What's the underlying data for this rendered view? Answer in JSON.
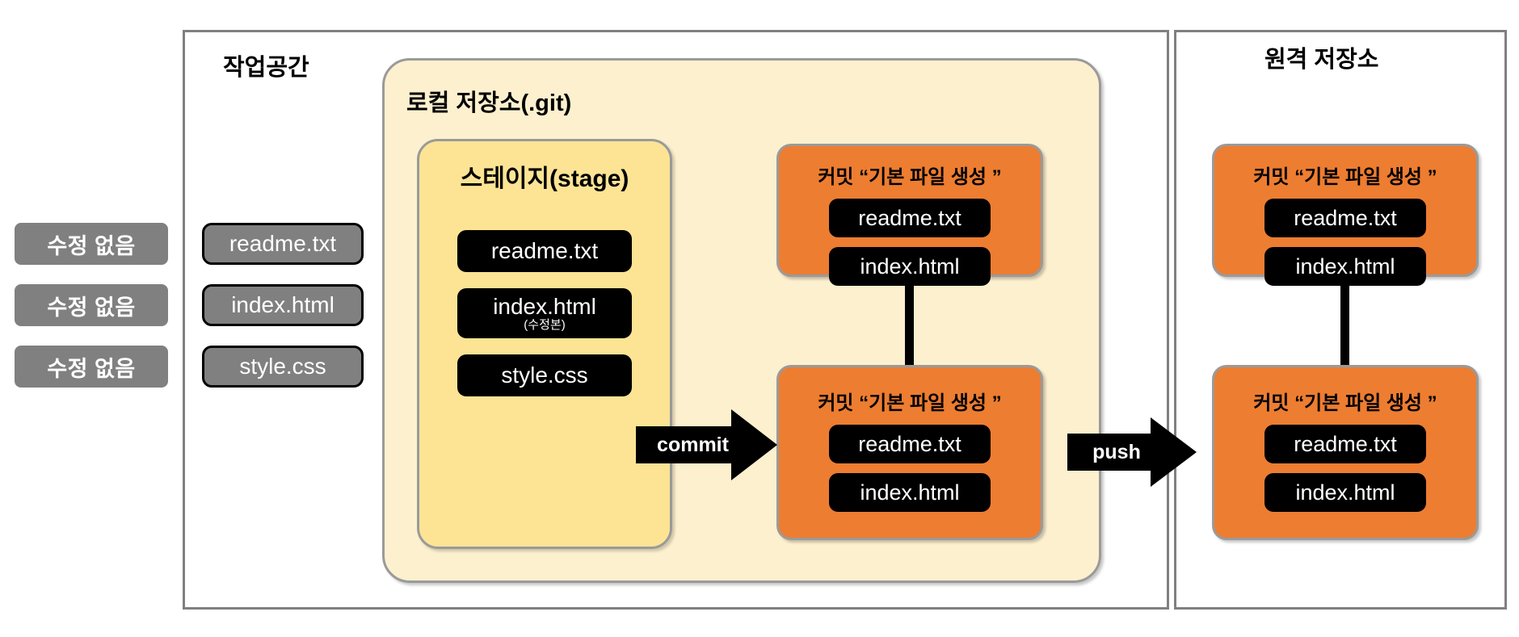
{
  "status_labels": [
    {
      "text": "수정 없음"
    },
    {
      "text": "수정 없음"
    },
    {
      "text": "수정 없음"
    }
  ],
  "workspace": {
    "title": "작업공간",
    "files": [
      {
        "name": "readme.txt"
      },
      {
        "name": "index.html"
      },
      {
        "name": "style.css"
      }
    ]
  },
  "local_repo": {
    "title": "로컬 저장소(.git)",
    "stage": {
      "title": "스테이지(stage)",
      "files": [
        {
          "name": "readme.txt",
          "note": ""
        },
        {
          "name": "index.html",
          "note": "(수정본)"
        },
        {
          "name": "style.css",
          "note": ""
        }
      ]
    },
    "commits": [
      {
        "title": "커밋 “기본 파일 생성 ”",
        "files": [
          {
            "name": "readme.txt"
          },
          {
            "name": "index.html"
          }
        ]
      },
      {
        "title": "커밋 “기본 파일 생성 ”",
        "files": [
          {
            "name": "readme.txt"
          },
          {
            "name": "index.html"
          }
        ]
      }
    ]
  },
  "remote_repo": {
    "title": "원격 저장소",
    "commits": [
      {
        "title": "커밋 “기본 파일 생성 ”",
        "files": [
          {
            "name": "readme.txt"
          },
          {
            "name": "index.html"
          }
        ]
      },
      {
        "title": "커밋 “기본 파일 생성 ”",
        "files": [
          {
            "name": "readme.txt"
          },
          {
            "name": "index.html"
          }
        ]
      }
    ]
  },
  "arrows": {
    "commit_label": "commit",
    "push_label": "push"
  },
  "colors": {
    "orange": "#ED7D31",
    "stage_yellow": "#FCE494",
    "repo_cream": "#FDF0CE",
    "gray": "#808080",
    "black": "#000000",
    "border_gray": "#9A9A9A"
  }
}
